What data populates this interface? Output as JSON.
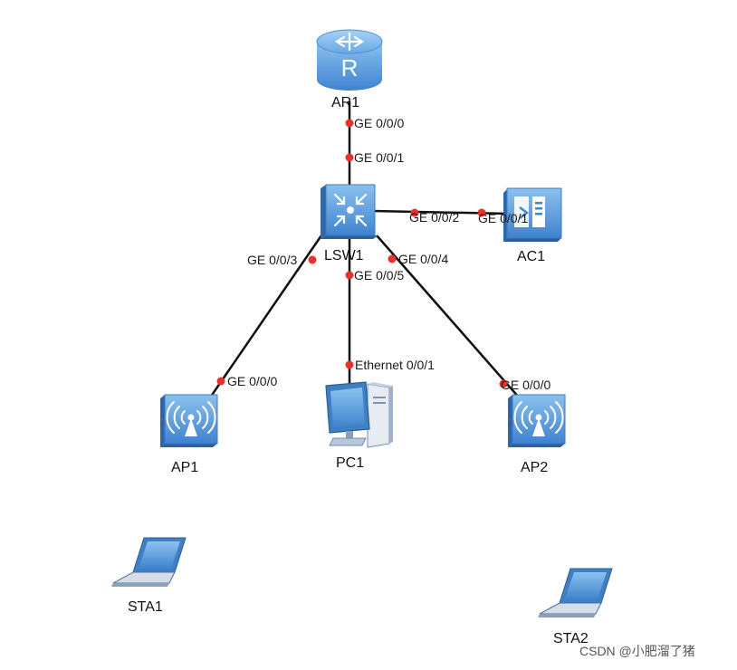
{
  "devices": {
    "ar1": {
      "label": "AR1",
      "type": "router"
    },
    "lsw1": {
      "label": "LSW1",
      "type": "switch"
    },
    "ac1": {
      "label": "AC1",
      "type": "access-controller"
    },
    "ap1": {
      "label": "AP1",
      "type": "access-point"
    },
    "pc1": {
      "label": "PC1",
      "type": "pc"
    },
    "ap2": {
      "label": "AP2",
      "type": "access-point"
    },
    "sta1": {
      "label": "STA1",
      "type": "laptop"
    },
    "sta2": {
      "label": "STA2",
      "type": "laptop"
    }
  },
  "links": [
    {
      "from": "ar1",
      "to": "lsw1",
      "from_port": "GE 0/0/0",
      "to_port": "GE 0/0/1"
    },
    {
      "from": "lsw1",
      "to": "ac1",
      "from_port": "GE 0/0/2",
      "to_port": "GE 0/0/1"
    },
    {
      "from": "lsw1",
      "to": "ap1",
      "from_port": "GE 0/0/3",
      "to_port": "GE 0/0/0"
    },
    {
      "from": "lsw1",
      "to": "pc1",
      "from_port": "GE 0/0/5",
      "to_port": "Ethernet 0/0/1"
    },
    {
      "from": "lsw1",
      "to": "ap2",
      "from_port": "GE 0/0/4",
      "to_port": "GE 0/0/0"
    }
  ],
  "colors": {
    "link": "#111111",
    "port_dot": "#e8322b",
    "device_blue": "#5b9ad8",
    "device_dark": "#3f7fc4"
  },
  "watermark": "CSDN @小肥溜了猪"
}
